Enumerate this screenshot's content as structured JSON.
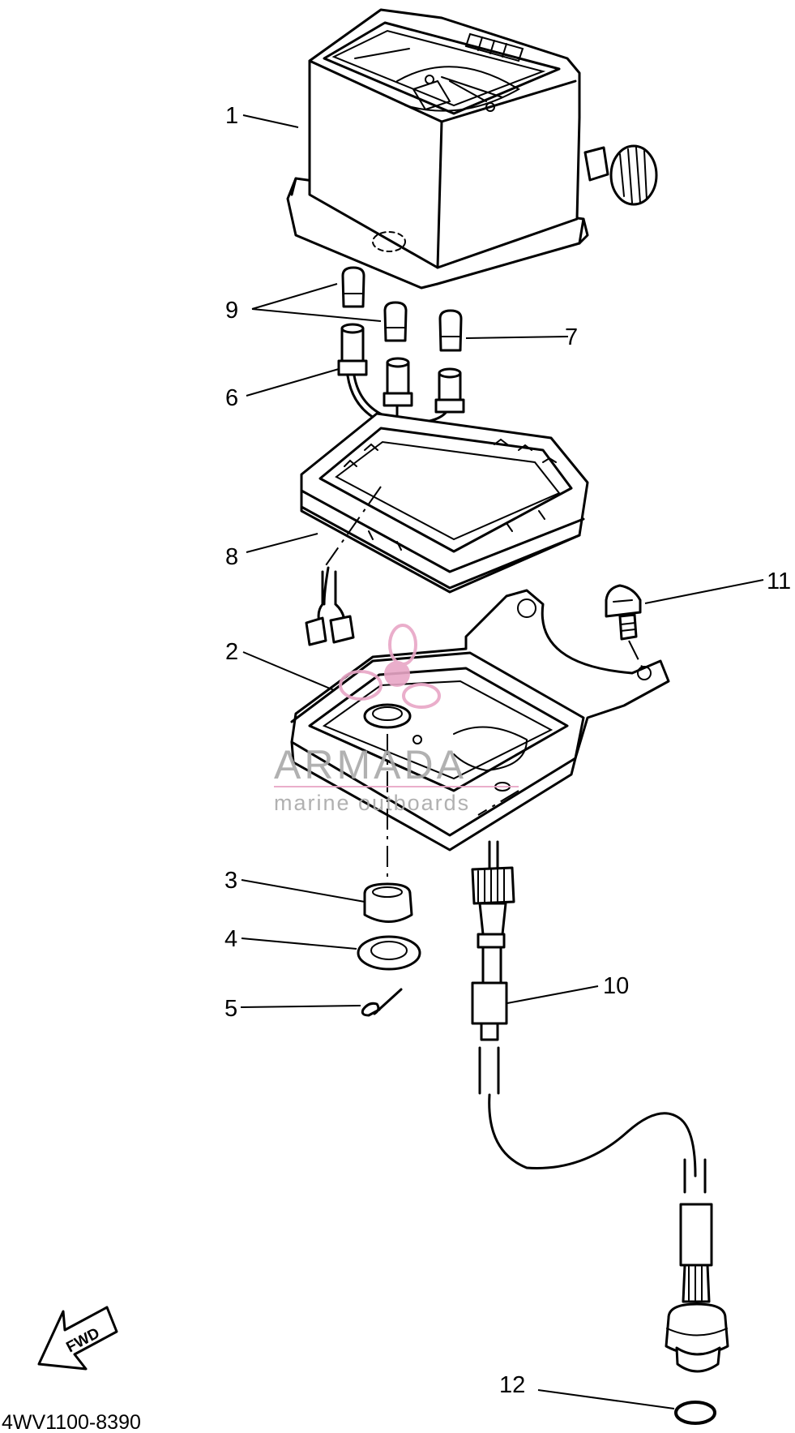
{
  "diagram": {
    "part_code": "4WV1100-8390",
    "direction_label": "FWD",
    "callouts": [
      {
        "label": "1",
        "part": "meter-assembly"
      },
      {
        "label": "2",
        "part": "meter-bracket"
      },
      {
        "label": "3",
        "part": "grommet"
      },
      {
        "label": "4",
        "part": "washer"
      },
      {
        "label": "5",
        "part": "clip"
      },
      {
        "label": "6",
        "part": "bulb-socket-cord"
      },
      {
        "label": "7",
        "part": "bulb"
      },
      {
        "label": "8",
        "part": "meter-case"
      },
      {
        "label": "9",
        "part": "bulb-pair"
      },
      {
        "label": "10",
        "part": "speedometer-cable"
      },
      {
        "label": "11",
        "part": "bolt"
      },
      {
        "label": "12",
        "part": "o-ring"
      }
    ]
  },
  "watermark": {
    "brand": "ARMADA",
    "tagline": "marine outboards",
    "color": "#e8a6c6",
    "text_color": "#a9a9a9"
  }
}
